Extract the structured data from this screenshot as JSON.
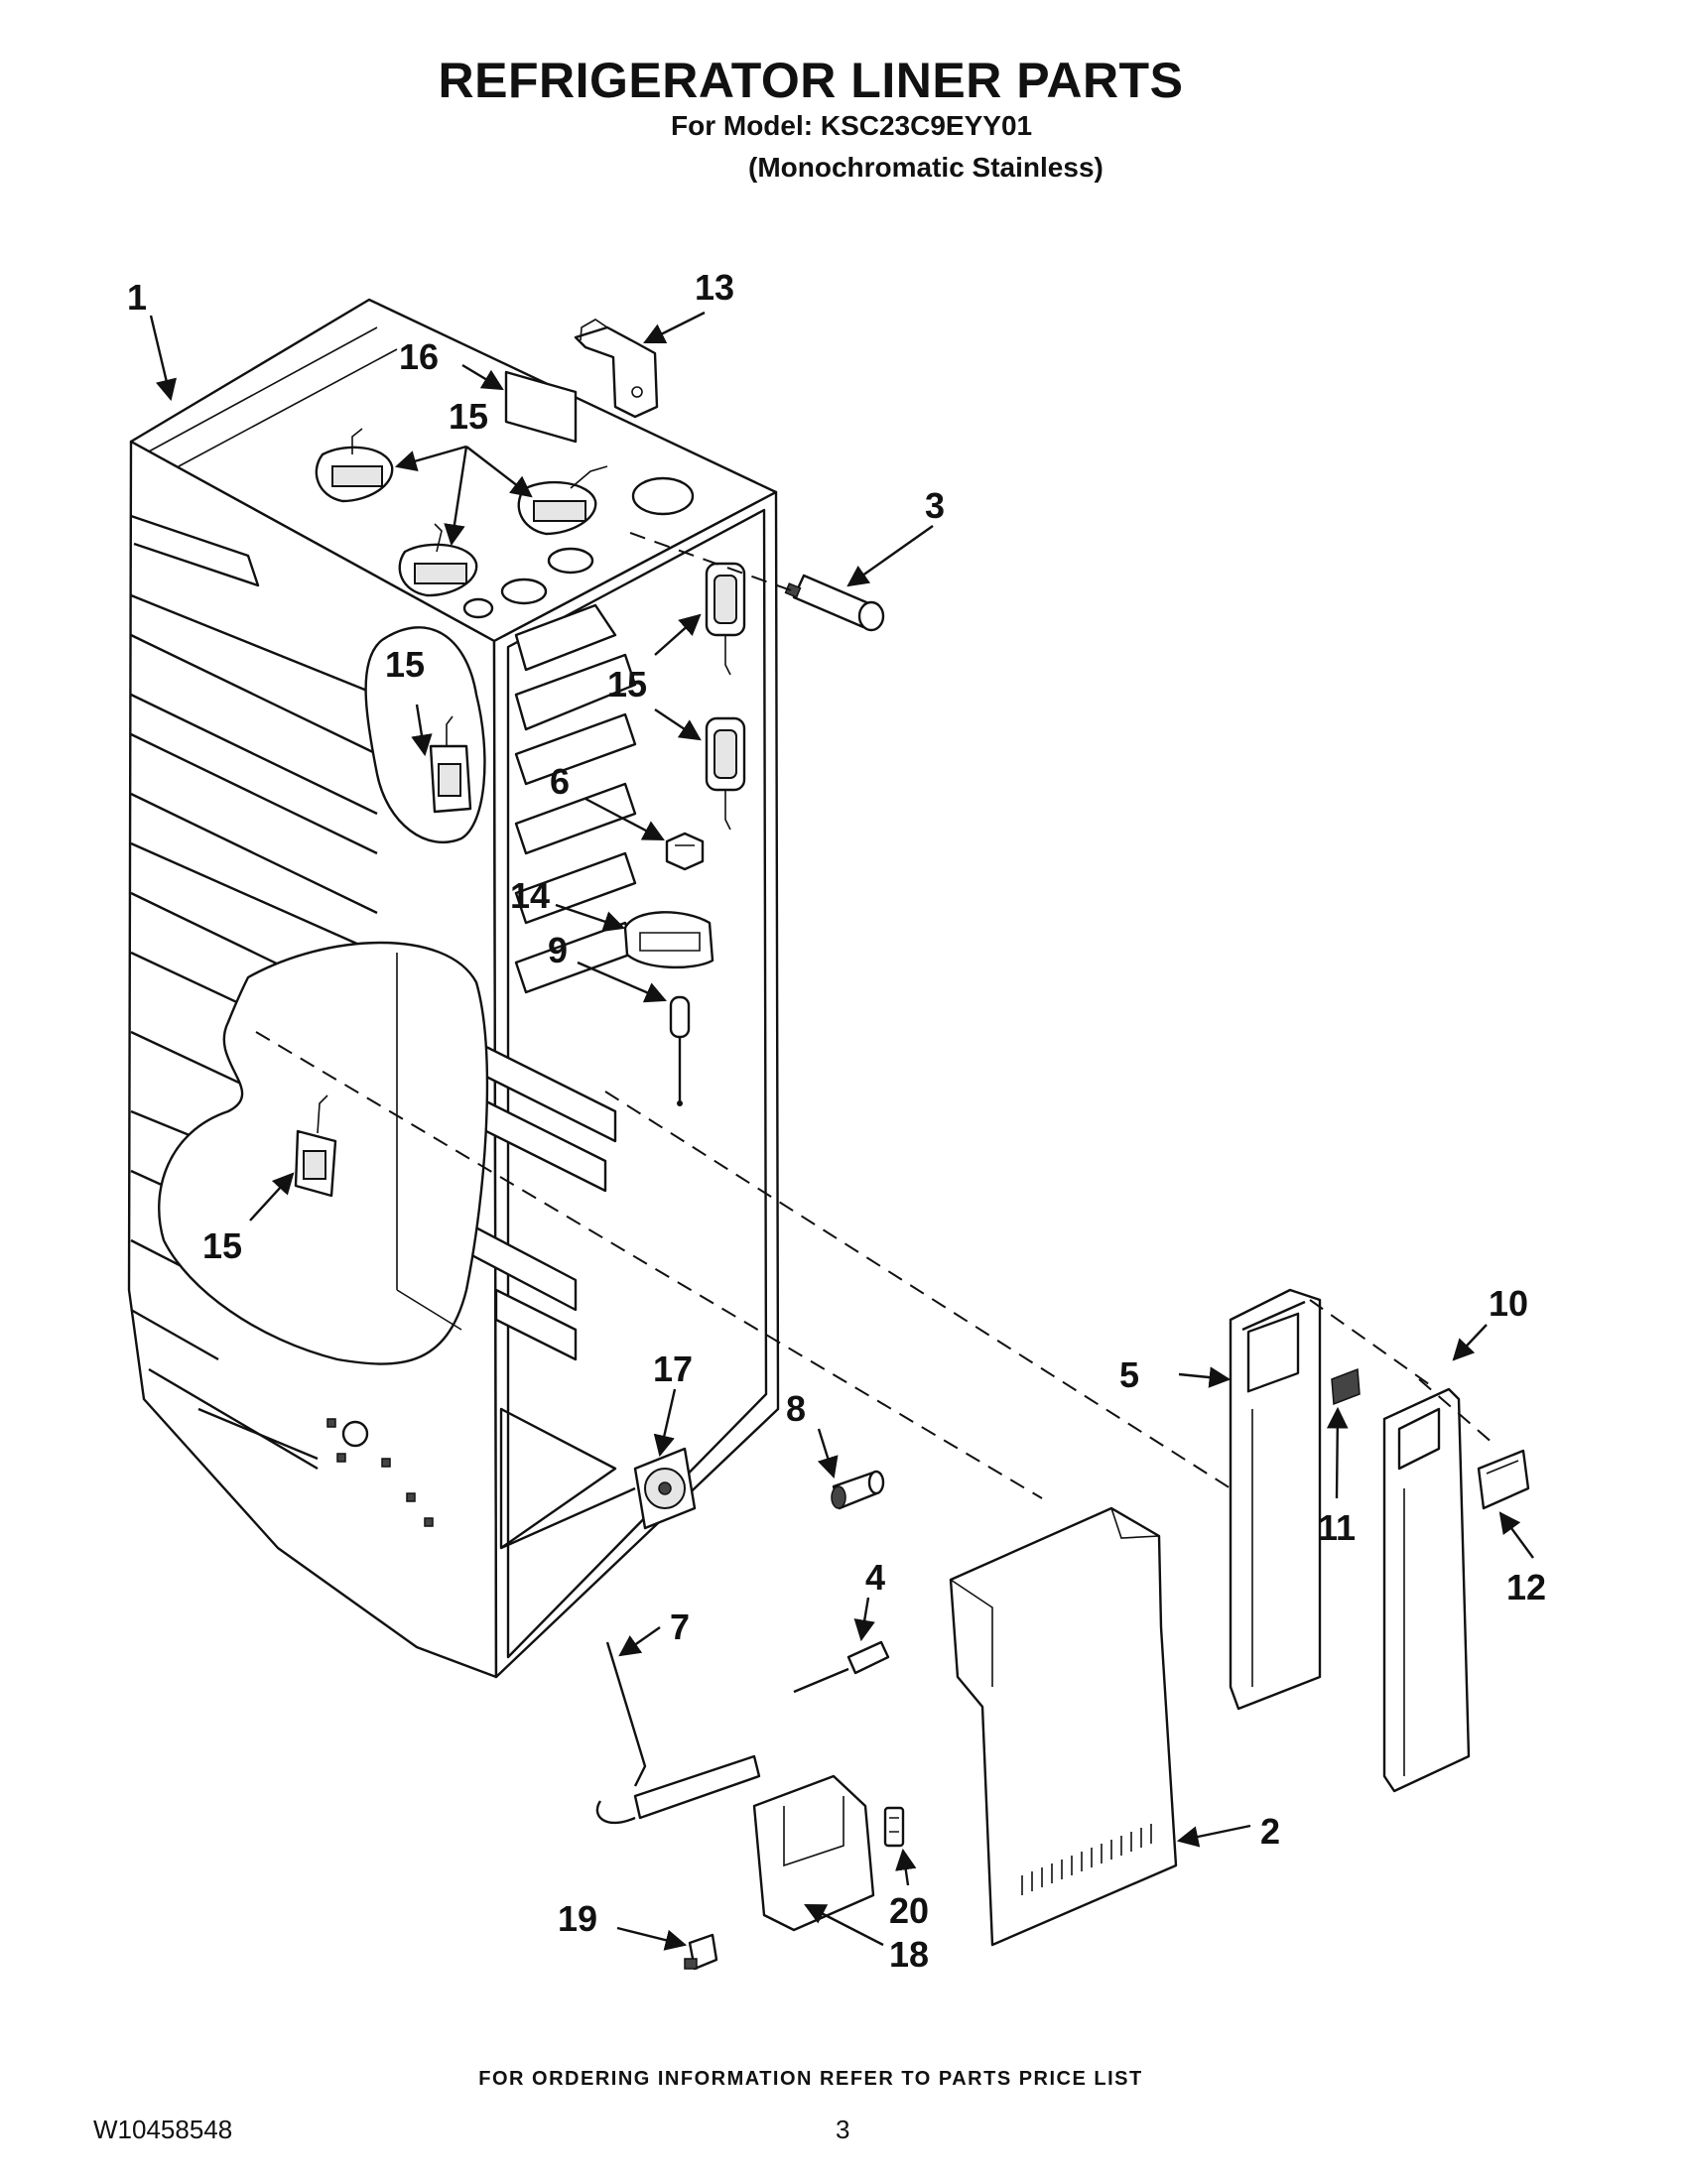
{
  "header": {
    "title": "REFRIGERATOR LINER PARTS",
    "model": "For Model: KSC23C9EYY01",
    "variant": "(Monochromatic Stainless)"
  },
  "callouts": [
    {
      "id": "c1",
      "label": "1"
    },
    {
      "id": "c13",
      "label": "13"
    },
    {
      "id": "c16",
      "label": "16"
    },
    {
      "id": "c15a",
      "label": "15"
    },
    {
      "id": "c3",
      "label": "3"
    },
    {
      "id": "c15b",
      "label": "15"
    },
    {
      "id": "c15c",
      "label": "15"
    },
    {
      "id": "c6",
      "label": "6"
    },
    {
      "id": "c14",
      "label": "14"
    },
    {
      "id": "c9",
      "label": "9"
    },
    {
      "id": "c15d",
      "label": "15"
    },
    {
      "id": "c17",
      "label": "17"
    },
    {
      "id": "c8",
      "label": "8"
    },
    {
      "id": "c10",
      "label": "10"
    },
    {
      "id": "c5",
      "label": "5"
    },
    {
      "id": "c11",
      "label": "11"
    },
    {
      "id": "c12",
      "label": "12"
    },
    {
      "id": "c4",
      "label": "4"
    },
    {
      "id": "c7",
      "label": "7"
    },
    {
      "id": "c2",
      "label": "2"
    },
    {
      "id": "c20",
      "label": "20"
    },
    {
      "id": "c19",
      "label": "19"
    },
    {
      "id": "c18",
      "label": "18"
    }
  ],
  "footer": {
    "note": "FOR ORDERING INFORMATION REFER TO PARTS PRICE LIST",
    "doc_number": "W10458548",
    "page_number": "3"
  }
}
